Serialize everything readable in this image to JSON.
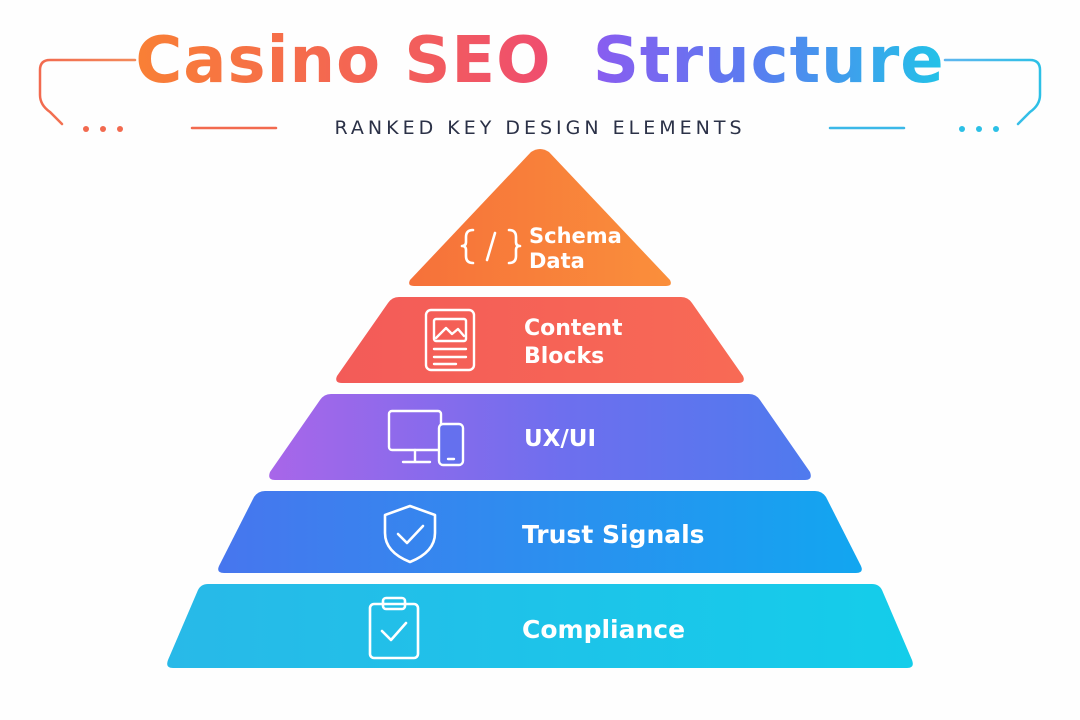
{
  "header": {
    "title_part1": "Casino SEO",
    "title_part2": "Structure",
    "subtitle": "RANKED KEY DESIGN ELEMENTS"
  },
  "colors": {
    "title_start": "#f97f3a",
    "title_mid": "#ef4f7c",
    "title_purple": "#8a5cf0",
    "title_end": "#22c3e8",
    "subtitle_text": "#2b3147",
    "deco_left": "#f26a4f",
    "deco_right": "#2cc0e6"
  },
  "pyramid": {
    "levels": [
      {
        "label_line1": "Schema",
        "label_line2": "Data",
        "icon": "code-braces-icon",
        "color_from": "#f6733a",
        "color_to": "#f98b3b"
      },
      {
        "label_line1": "Content",
        "label_line2": "Blocks",
        "icon": "document-image-icon",
        "color_from": "#f2595a",
        "color_to": "#f76b55"
      },
      {
        "label_line1": "UX/UI",
        "label_line2": "",
        "icon": "devices-icon",
        "color_from": "#a865e8",
        "color_to": "#5a73ee"
      },
      {
        "label_line1": "Trust Signals",
        "label_line2": "",
        "icon": "shield-check-icon",
        "color_from": "#4a78ee",
        "color_to": "#1aa0f0"
      },
      {
        "label_line1": "Compliance",
        "label_line2": "",
        "icon": "clipboard-check-icon",
        "color_from": "#2ab7e8",
        "color_to": "#16ccea"
      }
    ]
  }
}
